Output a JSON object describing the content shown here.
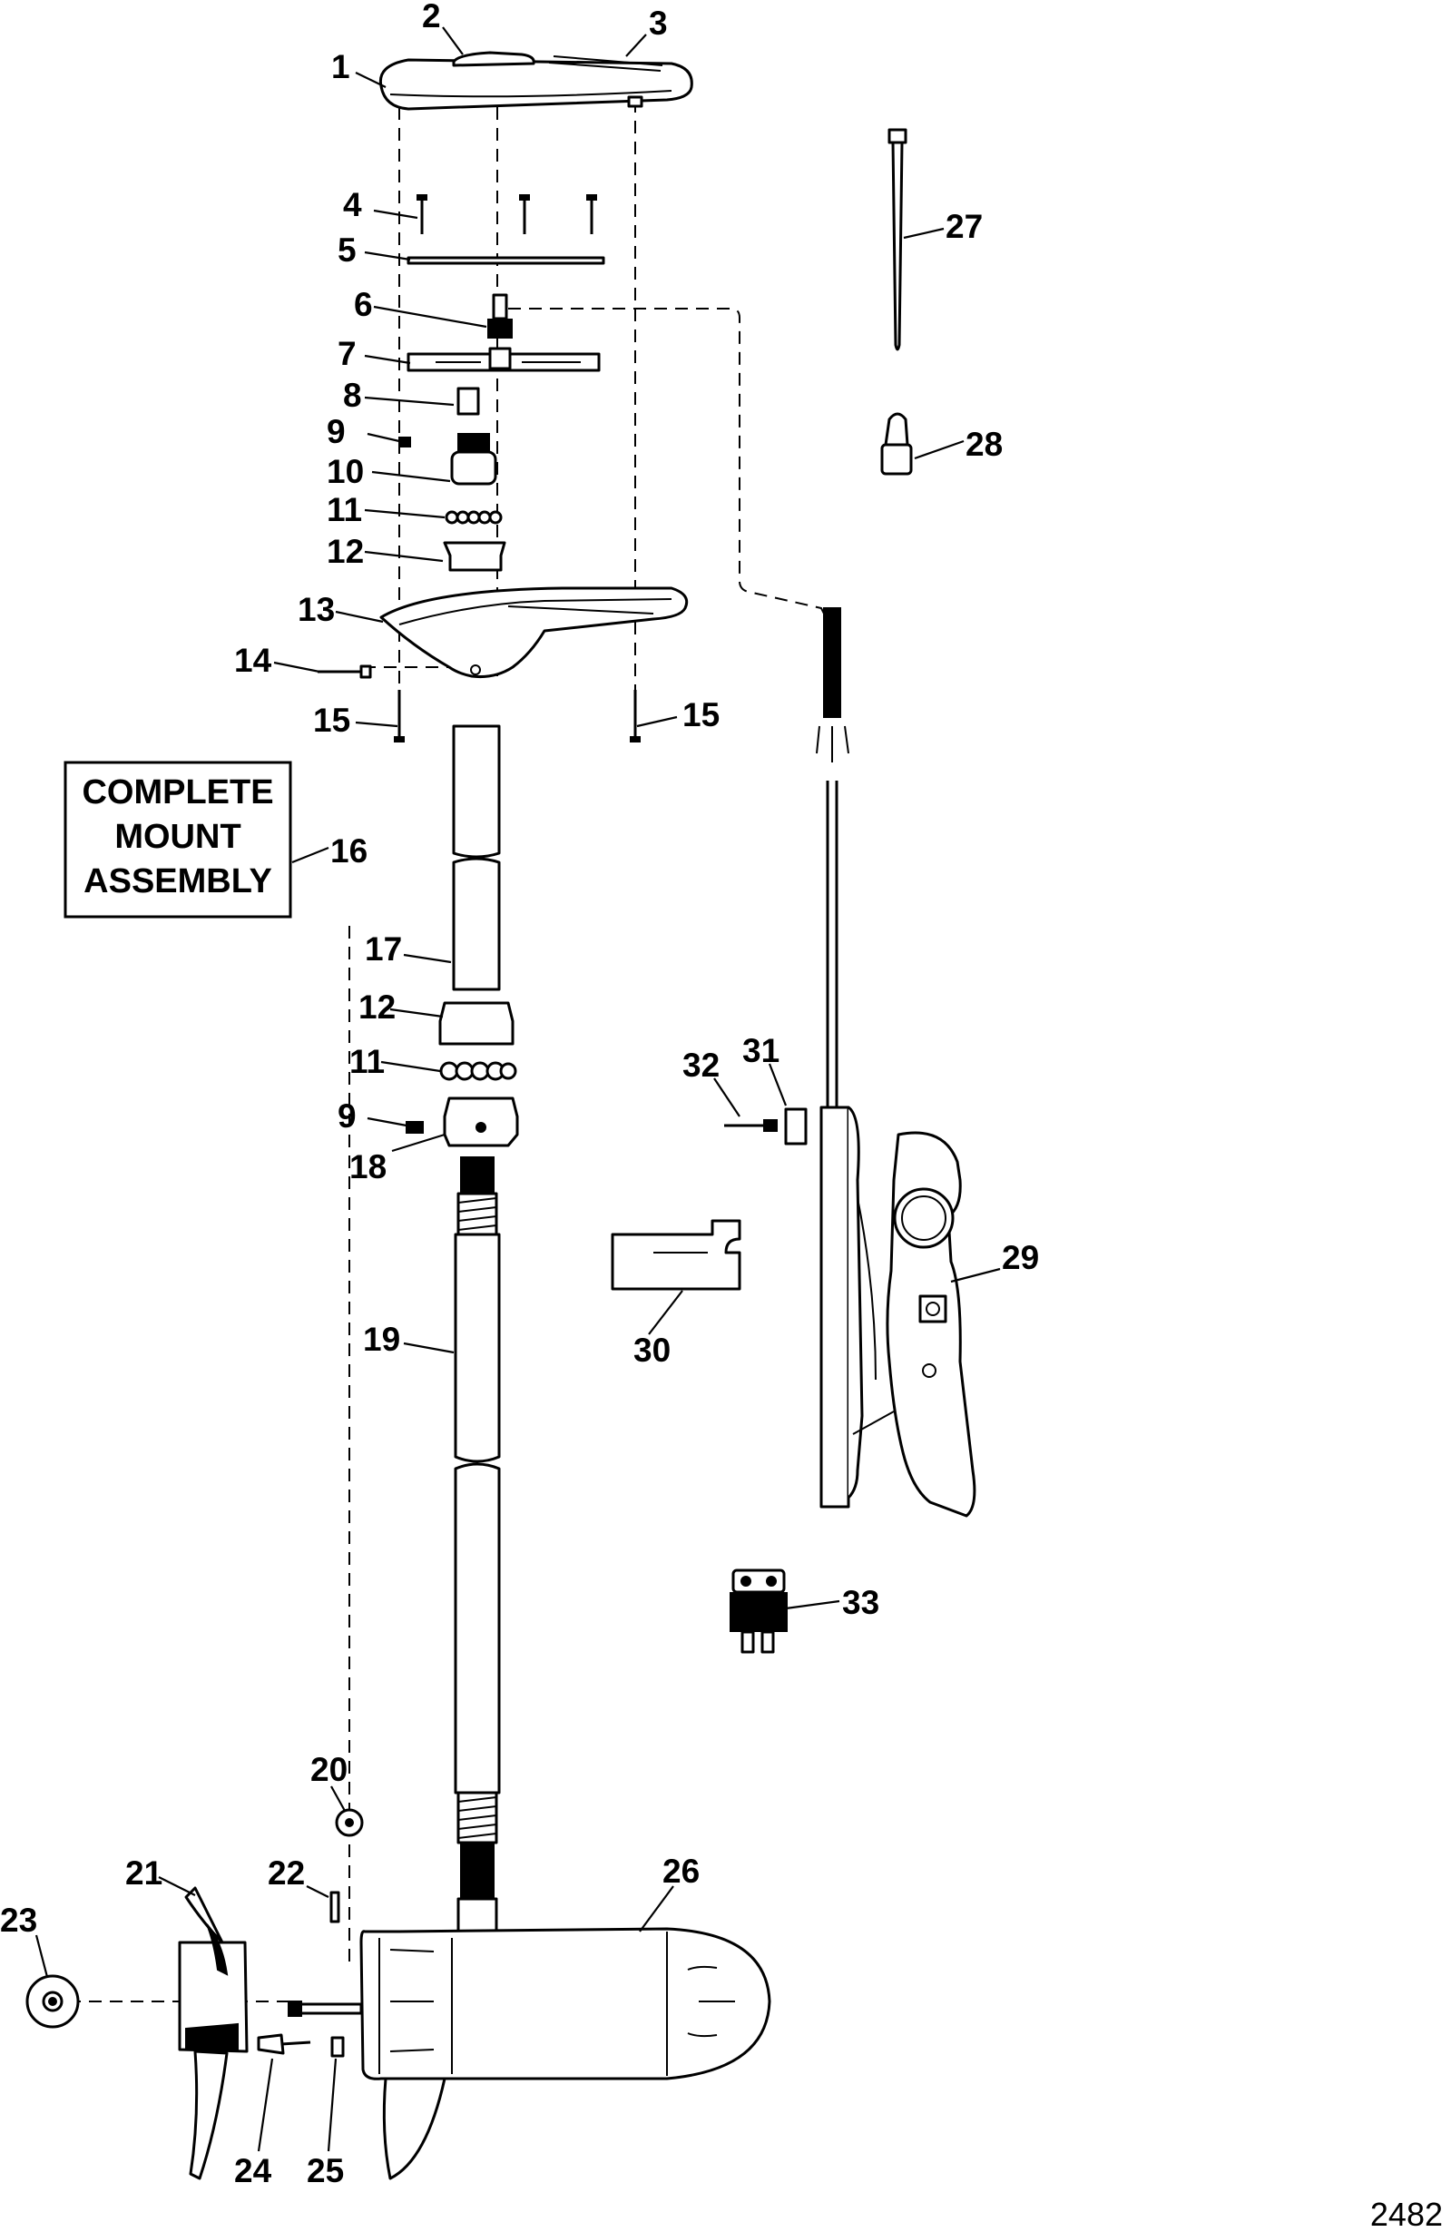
{
  "diagram": {
    "figure_number": "2482",
    "box_label_lines": [
      "COMPLETE",
      "MOUNT",
      "ASSEMBLY"
    ],
    "callouts": {
      "c1": "1",
      "c2": "2",
      "c3": "3",
      "c4": "4",
      "c5": "5",
      "c6": "6",
      "c7": "7",
      "c8": "8",
      "c9a": "9",
      "c10": "10",
      "c11a": "11",
      "c12a": "12",
      "c13": "13",
      "c14": "14",
      "c15a": "15",
      "c15b": "15",
      "c16": "16",
      "c17": "17",
      "c12b": "12",
      "c11b": "11",
      "c9b": "9",
      "c18": "18",
      "c19": "19",
      "c20": "20",
      "c21": "21",
      "c22": "22",
      "c23": "23",
      "c24": "24",
      "c25": "25",
      "c26": "26",
      "c27": "27",
      "c28": "28",
      "c29": "29",
      "c30": "30",
      "c31": "31",
      "c32": "32",
      "c33": "33"
    }
  }
}
